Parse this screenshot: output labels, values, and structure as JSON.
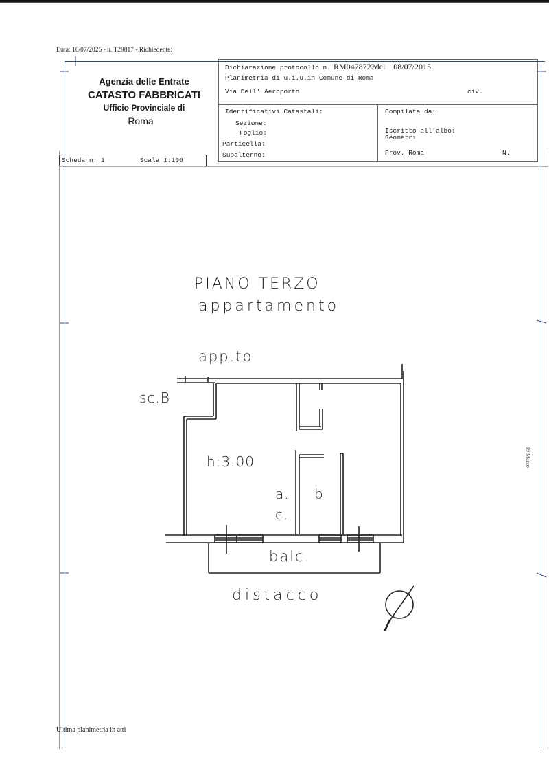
{
  "print_header": {
    "text": "Data: 16/07/2025 - n. T29817 - Richiedente:"
  },
  "agency": {
    "line1": "Agenzia delle Entrate",
    "line2": "CATASTO FABBRICATI",
    "line3": "Ufficio Provinciale di",
    "line4": "Roma"
  },
  "declaration": {
    "label": "Dichiarazione protocollo n.",
    "protocol": "RM0478722del",
    "date": "08/07/2015",
    "planimetria": "Planimetria di u.i.u.in Comune di Roma",
    "address": "Via Dell' Aeroporto",
    "civ_label": "civ."
  },
  "identifiers": {
    "title": "Identificativi Catastali:",
    "sezione": "Sezione:",
    "foglio": "Foglio:",
    "particella": "Particella:",
    "subalterno": "Subalterno:"
  },
  "compiler": {
    "title": "Compilata da:",
    "albo_label": "Iscritto all'albo:",
    "albo_value": "Geometri",
    "prov": "Prov. Roma",
    "n_label": "N."
  },
  "sheet": {
    "scheda": "Scheda n. 1",
    "scala": "Scala 1:100"
  },
  "plan": {
    "floor_title": "PIANO TERZO",
    "unit_type": "appartamento",
    "neighbor_label": "app.to",
    "stair_label": "sc.B",
    "height_label": "h:3.00",
    "room_a": "a.",
    "room_c": "c.",
    "room_b": "b",
    "balcony_label": "balc.",
    "setback_label": "distacco",
    "north_icon": "north-arrow-icon"
  },
  "side_stamp": {
    "text": "19 Marzo"
  },
  "footer": {
    "text": "Ultima planimetria in atti"
  },
  "colors": {
    "frame_blue": "#35476f",
    "ink": "#222222"
  }
}
